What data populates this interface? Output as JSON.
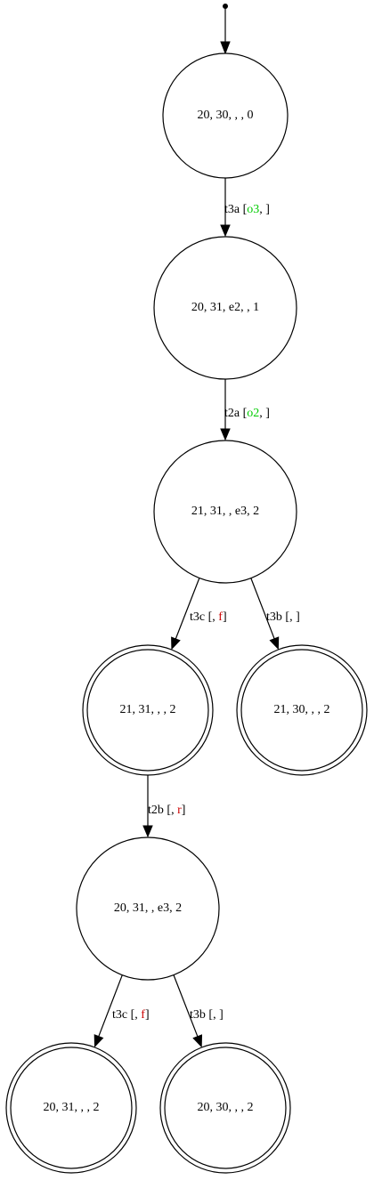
{
  "colors": {
    "green": "#00cc00",
    "red": "#cc0000",
    "black": "#000000"
  },
  "nodes": [
    {
      "id": "n0",
      "label": "20, 30, , , 0",
      "accepting": false
    },
    {
      "id": "n1",
      "label": "20, 31, e2, , 1",
      "accepting": false
    },
    {
      "id": "n2",
      "label": "21, 31, , e3, 2",
      "accepting": false
    },
    {
      "id": "n3",
      "label": "21, 31, , , 2",
      "accepting": true
    },
    {
      "id": "n4",
      "label": "21, 30, , , 2",
      "accepting": true
    },
    {
      "id": "n5",
      "label": "20, 31, , e3, 2",
      "accepting": false
    },
    {
      "id": "n6",
      "label": "20, 31, , , 2",
      "accepting": true
    },
    {
      "id": "n7",
      "label": "20, 30, , , 2",
      "accepting": true
    }
  ],
  "edges": [
    {
      "from": "n0",
      "to": "n1",
      "name": "t3a",
      "first": "o3",
      "first_color": "#00cc00",
      "second": "",
      "second_color": "#000000"
    },
    {
      "from": "n1",
      "to": "n2",
      "name": "t2a",
      "first": "o2",
      "first_color": "#00cc00",
      "second": "",
      "second_color": "#000000"
    },
    {
      "from": "n2",
      "to": "n3",
      "name": "t3c",
      "first": "",
      "first_color": "#000000",
      "second": "f",
      "second_color": "#cc0000"
    },
    {
      "from": "n2",
      "to": "n4",
      "name": "t3b",
      "first": "",
      "first_color": "#000000",
      "second": "",
      "second_color": "#000000"
    },
    {
      "from": "n3",
      "to": "n5",
      "name": "t2b",
      "first": "",
      "first_color": "#000000",
      "second": "r",
      "second_color": "#cc0000"
    },
    {
      "from": "n5",
      "to": "n6",
      "name": "t3c",
      "first": "",
      "first_color": "#000000",
      "second": "f",
      "second_color": "#cc0000"
    },
    {
      "from": "n5",
      "to": "n7",
      "name": "t3b",
      "first": "",
      "first_color": "#000000",
      "second": "",
      "second_color": "#000000"
    }
  ]
}
